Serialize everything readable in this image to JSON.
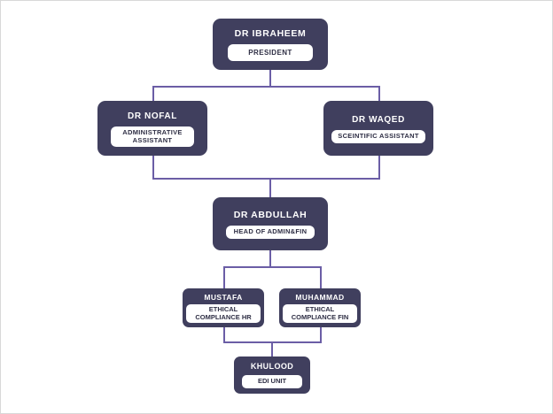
{
  "chart": {
    "type": "org-chart",
    "background_color": "#ffffff",
    "node_color": "#403f5e",
    "label_color": "#ffffff",
    "pill_background": "#ffffff",
    "pill_text_color": "#2e2e44",
    "connector_color": "#6b5ea6",
    "levels": 5,
    "nodes": [
      {
        "id": "ibraheem",
        "name": "DR IBRAHEEM",
        "role": "PRESIDENT",
        "level": 1,
        "parent": null
      },
      {
        "id": "nofal",
        "name": "DR NOFAL",
        "role": "ADMINISTRATIVE ASSISTANT",
        "level": 2,
        "parent": "ibraheem"
      },
      {
        "id": "waqed",
        "name": "DR WAQED",
        "role": "SCEINTIFIC ASSISTANT",
        "level": 2,
        "parent": "ibraheem"
      },
      {
        "id": "abdullah",
        "name": "DR ABDULLAH",
        "role": "HEAD OF ADMIN&FIN",
        "level": 3,
        "parent": "ibraheem"
      },
      {
        "id": "mustafa",
        "name": "MUSTAFA",
        "role": "ETHICAL COMPLIANCE HR",
        "level": 4,
        "parent": "abdullah"
      },
      {
        "id": "muhammad",
        "name": "MUHAMMAD",
        "role": "ETHICAL COMPLIANCE FIN",
        "level": 4,
        "parent": "abdullah"
      },
      {
        "id": "khulood",
        "name": "KHULOOD",
        "role": "EDI UNIT",
        "level": 5,
        "parent": "mustafa,muhammad"
      }
    ]
  },
  "president": {
    "name": "DR IBRAHEEM",
    "role": "PRESIDENT"
  },
  "nofal": {
    "name": "DR NOFAL",
    "role_line1": "ADMINISTRATIVE",
    "role_line2": "ASSISTANT"
  },
  "waqed": {
    "name": "DR WAQED",
    "role": "SCEINTIFIC ASSISTANT"
  },
  "abdullah": {
    "name": "DR ABDULLAH",
    "role": "HEAD OF ADMIN&FIN"
  },
  "mustafa": {
    "name": "MUSTAFA",
    "role_line1": "ETHICAL",
    "role_line2": "COMPLIANCE HR"
  },
  "muhammad": {
    "name": "MUHAMMAD",
    "role_line1": "ETHICAL",
    "role_line2": "COMPLIANCE FIN"
  },
  "khulood": {
    "name": "KHULOOD",
    "role": "EDI UNIT"
  }
}
